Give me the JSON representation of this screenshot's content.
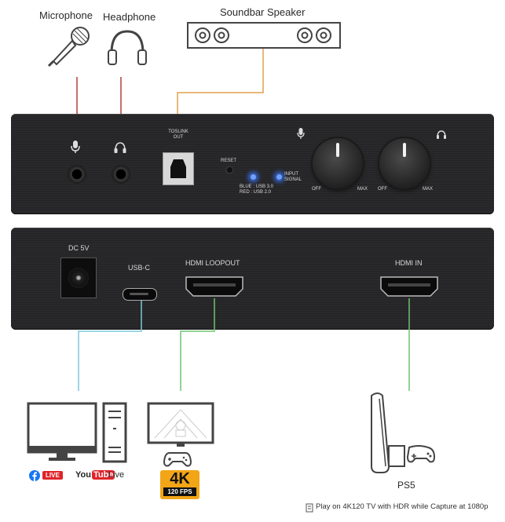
{
  "top_labels": {
    "microphone": "Microphone",
    "headphone": "Headphone",
    "soundbar": "Soundbar Speaker"
  },
  "front_panel": {
    "toslink": "TOSLINK\nOUT",
    "toslink_l1": "TOSLINK",
    "toslink_l2": "OUT",
    "reset": "RESET",
    "led_text_1": "BLUE : USB 3.0",
    "led_text_2": "RED : USB 2.0",
    "input_signal_1": "INPUT",
    "input_signal_2": "SIGNAL",
    "knob1_off": "OFF",
    "knob1_max": "MAX",
    "knob2_off": "OFF",
    "knob2_max": "MAX"
  },
  "rear_panel": {
    "dc": "DC 5V",
    "usbc": "USB-C",
    "hdmi_loopout": "HDMI LOOPOUT",
    "hdmi_in": "HDMI IN"
  },
  "bottom": {
    "live_badge": "LIVE",
    "youtube_you": "You",
    "youtube_tube": "Tube",
    "youtube_live": "Live",
    "fourk": "4K",
    "fps": "120 FPS",
    "ps5": "PS5",
    "footnote": "Play on 4K120  TV with HDR while Capture at 1080p"
  },
  "colors": {
    "mic_wire": "#b0413e",
    "headphone_wire": "#b0413e",
    "toslink_wire": "#e0a24a",
    "usbc_wire": "#7fc7d9",
    "loopout_wire": "#6fc36f",
    "hdmi_in_wire": "#6fc36f",
    "led": "#5b8cff",
    "fourk_bg": "#f2a516"
  }
}
